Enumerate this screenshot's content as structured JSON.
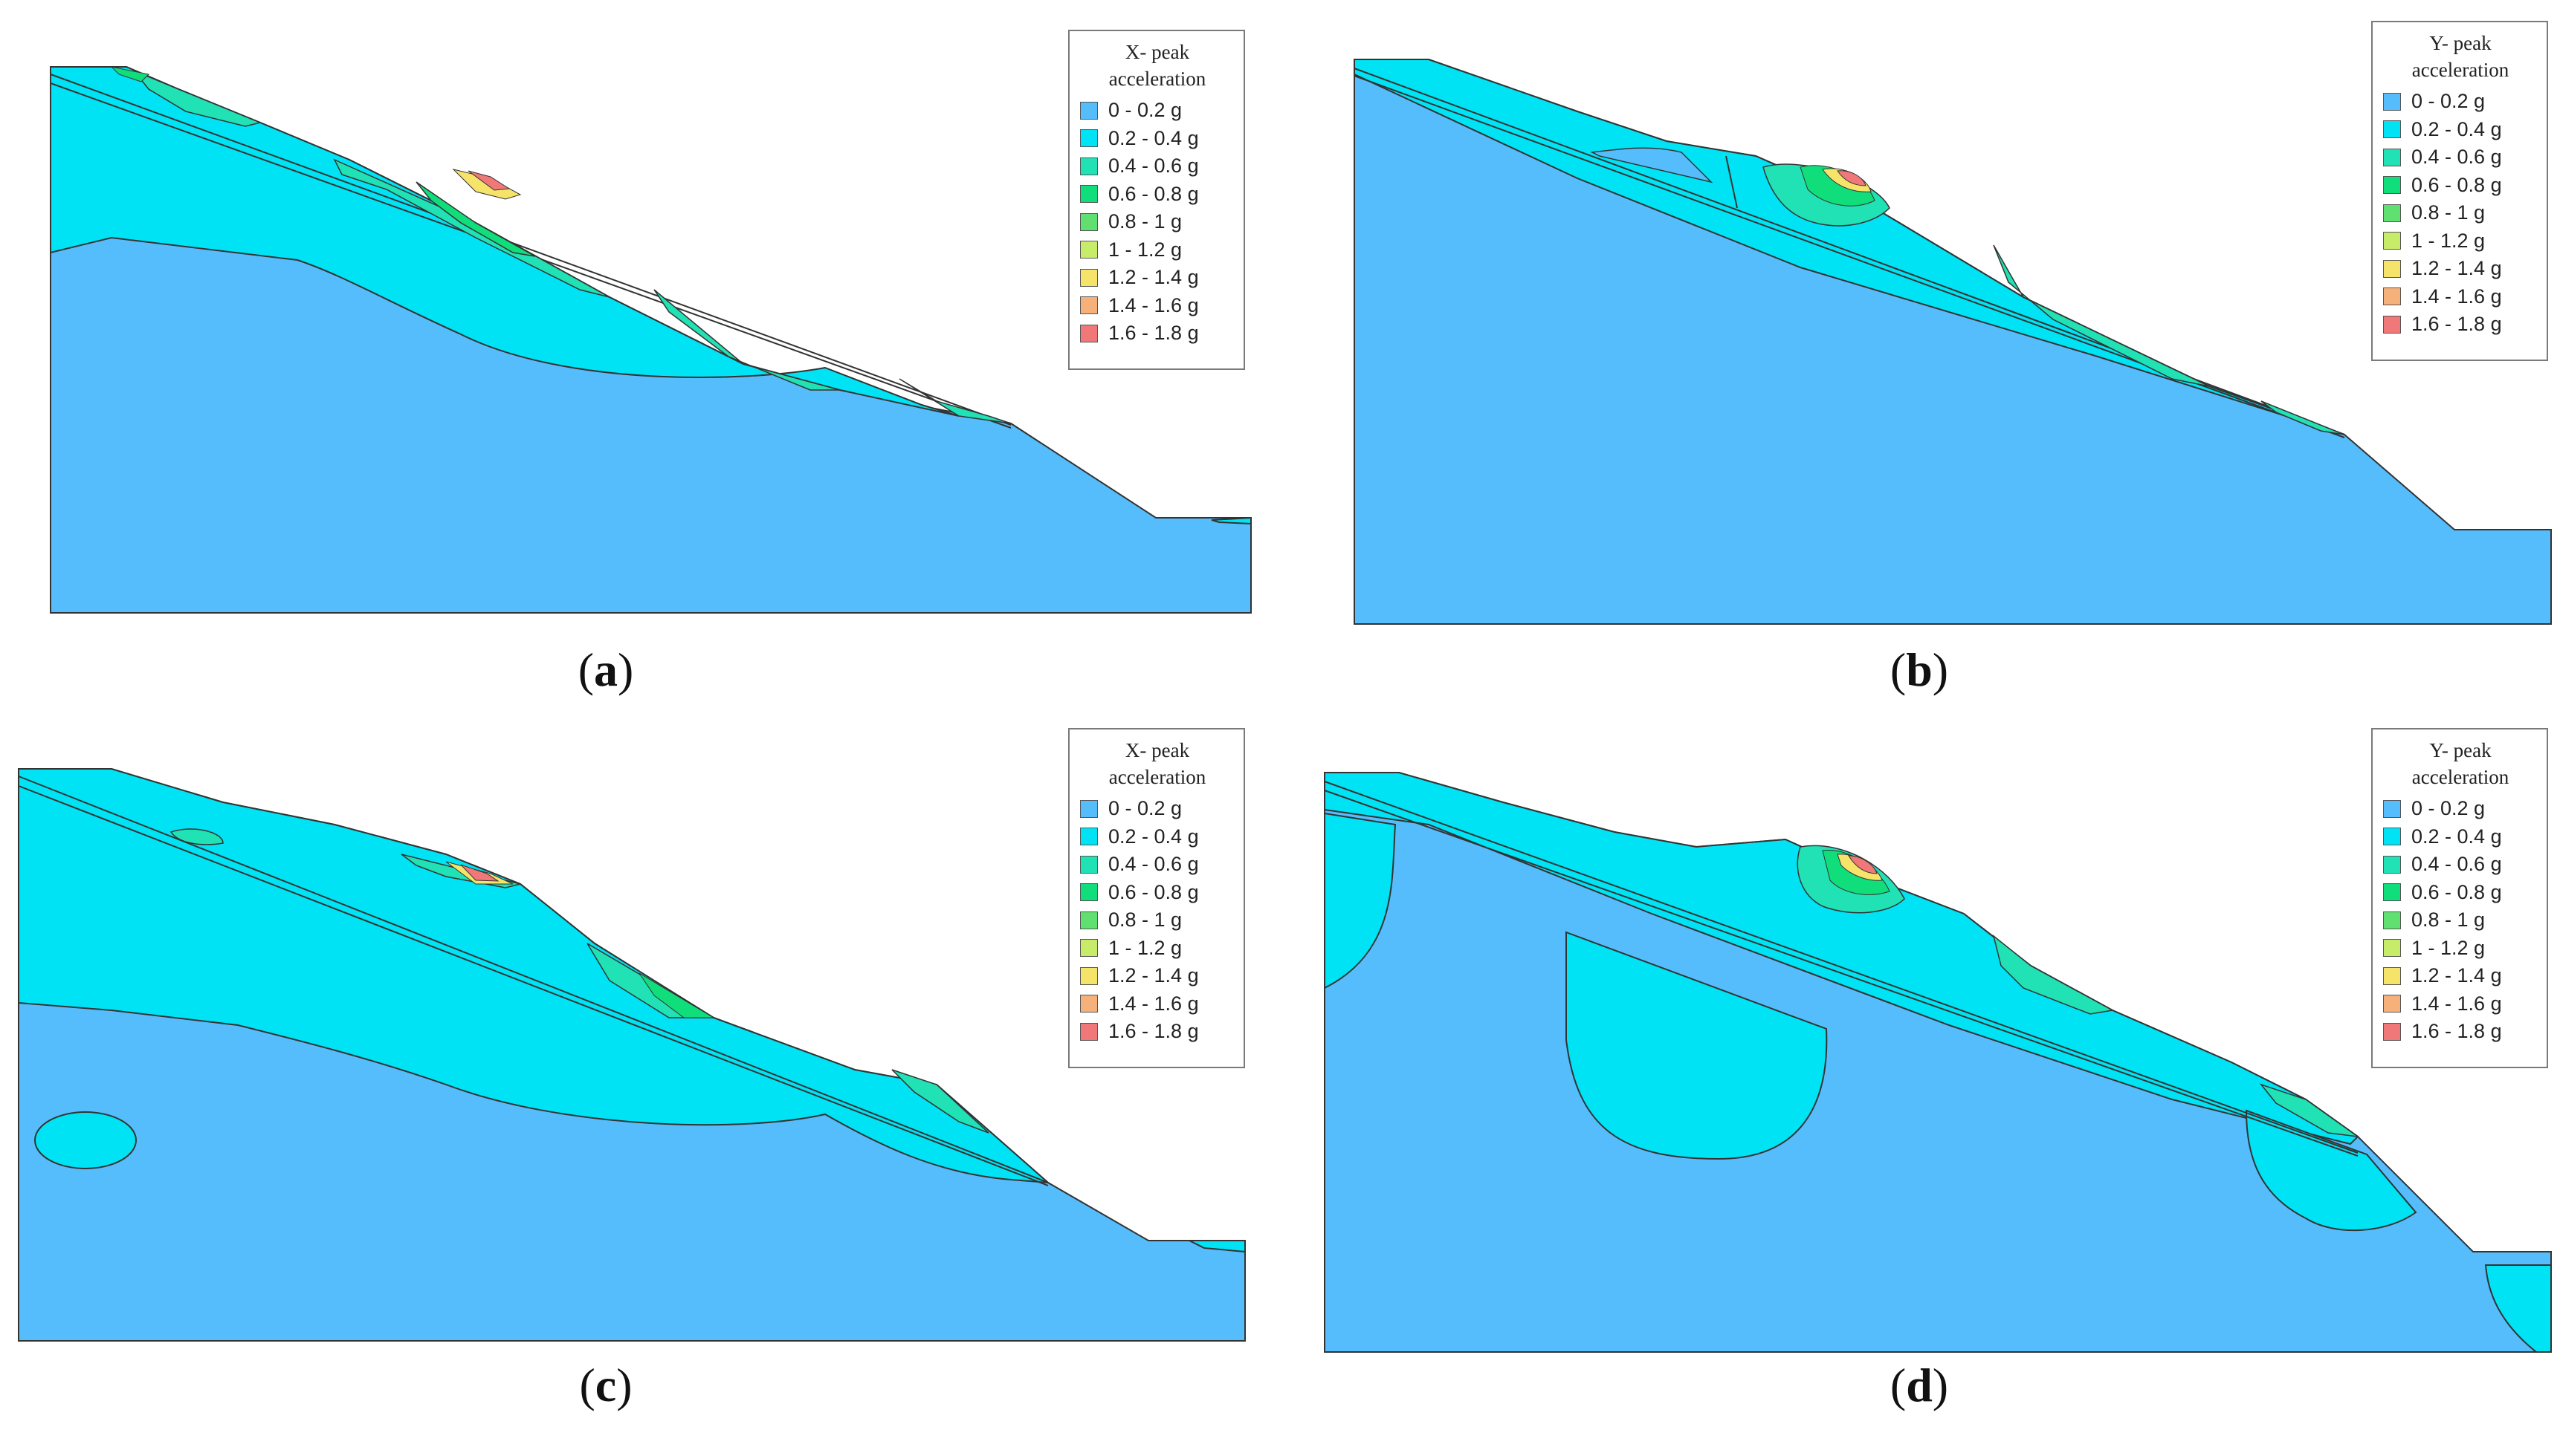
{
  "colors": {
    "0-0.2": "#55bdfb",
    "0.2-0.4": "#00e3f4",
    "0.4-0.6": "#20e2b4",
    "0.6-0.8": "#10de7a",
    "0.8-1": "#5fe070",
    "1-1.2": "#c6ec6a",
    "1.2-1.4": "#f6e46a",
    "1.4-1.6": "#f6b07a",
    "1.6-1.8": "#f07878"
  },
  "legend_items": [
    {
      "label": "0 - 0.2 g",
      "color": "#55bdfb"
    },
    {
      "label": "0.2 - 0.4 g",
      "color": "#00e3f4"
    },
    {
      "label": "0.4 - 0.6 g",
      "color": "#20e2b4"
    },
    {
      "label": "0.6 - 0.8 g",
      "color": "#10de7a"
    },
    {
      "label": "0.8 - 1 g",
      "color": "#5fe070"
    },
    {
      "label": "1 - 1.2 g",
      "color": "#c6ec6a"
    },
    {
      "label": "1.2 - 1.4 g",
      "color": "#f6e46a"
    },
    {
      "label": "1.4 - 1.6 g",
      "color": "#f6b07a"
    },
    {
      "label": "1.6 - 1.8 g",
      "color": "#f07878"
    }
  ],
  "panels": [
    {
      "letter": "a",
      "legend_line1": "X- peak",
      "legend_line2": "acceleration"
    },
    {
      "letter": "b",
      "legend_line1": "Y- peak",
      "legend_line2": "acceleration"
    },
    {
      "letter": "c",
      "legend_line1": "X- peak",
      "legend_line2": "acceleration"
    },
    {
      "letter": "d",
      "legend_line1": "Y- peak",
      "legend_line2": "acceleration"
    }
  ]
}
